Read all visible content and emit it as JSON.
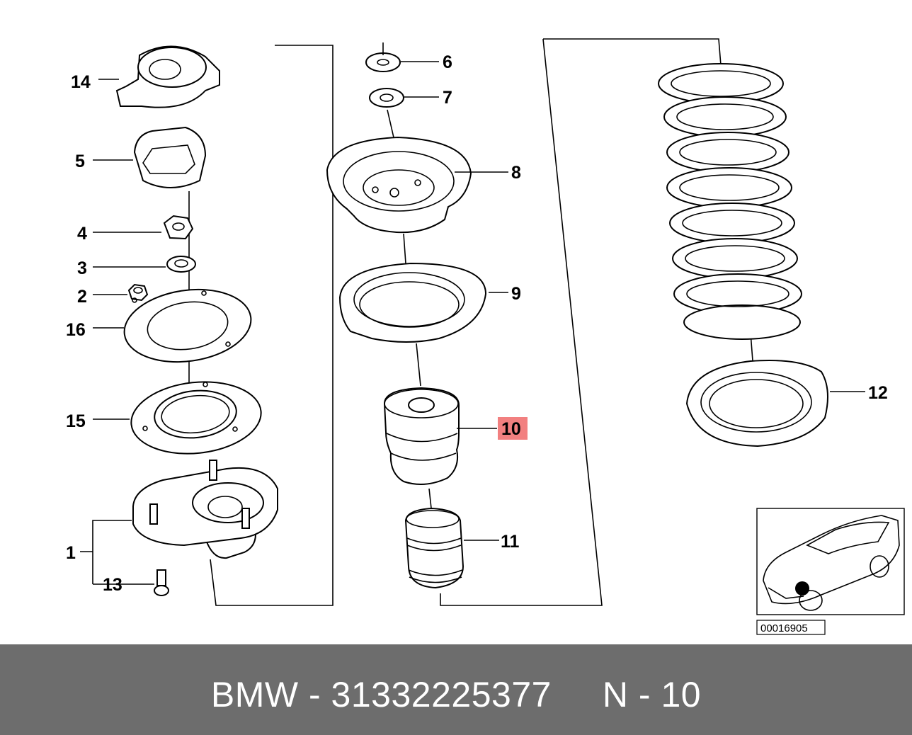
{
  "callouts": {
    "p1": "1",
    "p2": "2",
    "p3": "3",
    "p4": "4",
    "p5": "5",
    "p6": "6",
    "p7": "7",
    "p8": "8",
    "p9": "9",
    "p10": "10",
    "p11": "11",
    "p12": "12",
    "p13": "13",
    "p14": "14",
    "p15": "15",
    "p16": "16"
  },
  "highlight_color": "#f28080",
  "image_code": "00016905",
  "footer": {
    "brand": "BMW",
    "sep1": " - ",
    "part_number": "31332225377",
    "gap": "     ",
    "position": "N",
    "sep2": " - ",
    "item": "10"
  }
}
